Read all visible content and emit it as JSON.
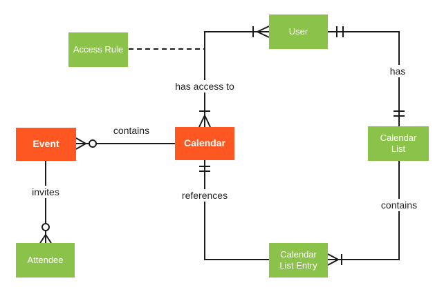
{
  "diagram": {
    "type": "entity-relationship-diagram",
    "colors": {
      "entity_primary": "#FF5722",
      "entity_secondary": "#8BC34A",
      "entity_text": "#ffffff",
      "line": "#1a1a1a",
      "label_text": "#1f1f1f",
      "background": "#ffffff"
    },
    "entities": [
      {
        "id": "access-rule",
        "label": "Access Rule",
        "style": "secondary"
      },
      {
        "id": "user",
        "label": "User",
        "style": "secondary"
      },
      {
        "id": "event",
        "label": "Event",
        "style": "primary"
      },
      {
        "id": "calendar",
        "label": "Calendar",
        "style": "primary"
      },
      {
        "id": "calendar-list",
        "label": "Calendar List",
        "style": "secondary"
      },
      {
        "id": "attendee",
        "label": "Attendee",
        "style": "secondary"
      },
      {
        "id": "calendar-list-entry",
        "label": "Calendar List Entry",
        "style": "secondary"
      }
    ],
    "relationships": [
      {
        "label": "contains",
        "from": "Event",
        "to": "Calendar",
        "event_end": "zero-or-many",
        "calendar_end": "plain",
        "line_style": "solid"
      },
      {
        "label": "has access to",
        "from": "Calendar",
        "to": "User",
        "calendar_end": "one-or-many",
        "user_end": "one-or-many",
        "line_style": "solid"
      },
      {
        "label": "has",
        "from": "User",
        "to": "Calendar List",
        "user_end": "one-and-only-one",
        "calendar_list_end": "one-and-only-one",
        "line_style": "solid"
      },
      {
        "label": "contains",
        "from": "Calendar List",
        "to": "Calendar List Entry",
        "calendar_list_end": "plain",
        "entry_end": "one-or-many",
        "line_style": "solid"
      },
      {
        "label": "references",
        "from": "Calendar",
        "to": "Calendar List Entry",
        "calendar_end": "one-and-only-one",
        "entry_end": "plain",
        "line_style": "solid"
      },
      {
        "label": "invites",
        "from": "Event",
        "to": "Attendee",
        "event_end": "plain",
        "attendee_end": "zero-or-many",
        "line_style": "solid"
      },
      {
        "label": "",
        "from": "Access Rule",
        "to": "has-access-to-line",
        "line_style": "dashed"
      }
    ]
  }
}
